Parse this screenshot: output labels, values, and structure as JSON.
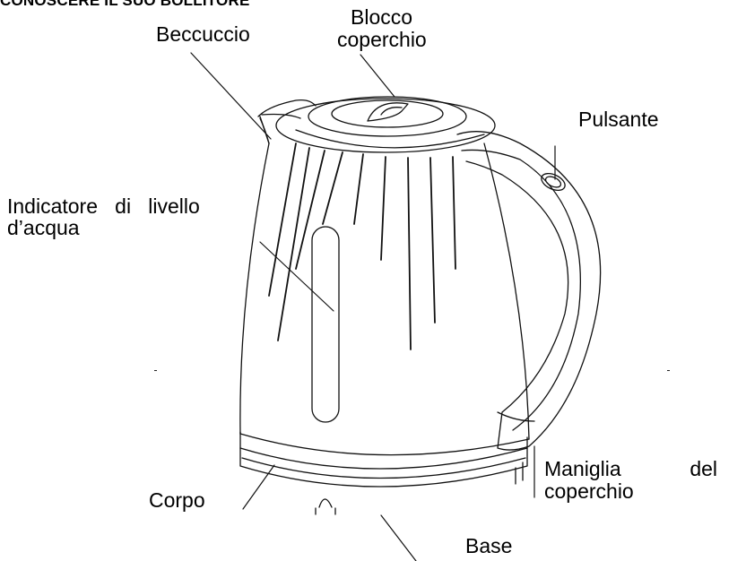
{
  "heading": "CONOSCERE IL SUO BOLLITORE",
  "labels": {
    "spout": "Beccuccio",
    "lid_lock_line1": "Blocco",
    "lid_lock_line2": "coperchio",
    "button": "Pulsante",
    "water_level_line1": "Indicatore   di   livello",
    "water_level_line2": "d’acqua",
    "lid_handle_line1": "Maniglia            del",
    "lid_handle_line2": "coperchio",
    "body": "Corpo",
    "base": "Base"
  }
}
